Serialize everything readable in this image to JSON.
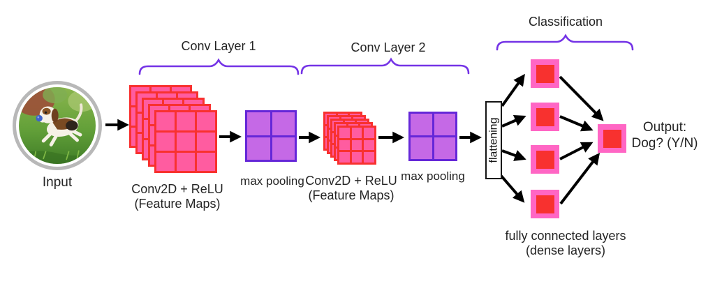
{
  "colors": {
    "feature_map_fill": "#ff5ca0",
    "feature_map_border": "#f8312f",
    "pool_fill": "#c569e6",
    "pool_border": "#6527d8",
    "neuron_outer": "#ff66c4",
    "neuron_inner": "#f8312f",
    "brace_color": "#7433e6",
    "arrow_color": "#000000",
    "text_color": "#242424",
    "ring_color": "#b8b8b8"
  },
  "input": {
    "label": "Input",
    "image": "dog-photo"
  },
  "conv_layer_1": {
    "brace_label": "Conv Layer 1",
    "feature_maps": {
      "count": 5,
      "grid_rows": 3,
      "grid_cols": 3
    },
    "caption_line1": "Conv2D + ReLU",
    "caption_line2": "(Feature Maps)",
    "pooling": {
      "label": "max pooling",
      "grid_rows": 2,
      "grid_cols": 2
    }
  },
  "conv_layer_2": {
    "brace_label": "Conv Layer 2",
    "feature_maps": {
      "count": 5,
      "grid_rows": 3,
      "grid_cols": 3
    },
    "caption_line1": "Conv2D + ReLU",
    "caption_line2": "(Feature Maps)",
    "pooling": {
      "label": "max pooling",
      "grid_rows": 2,
      "grid_cols": 2
    }
  },
  "flattening": {
    "label": "flattening"
  },
  "classification": {
    "brace_label": "Classification",
    "dense_neurons": 4,
    "caption_line1": "fully connected layers",
    "caption_line2": "(dense layers)"
  },
  "output": {
    "line1": "Output:",
    "line2": "Dog? (Y/N)"
  }
}
